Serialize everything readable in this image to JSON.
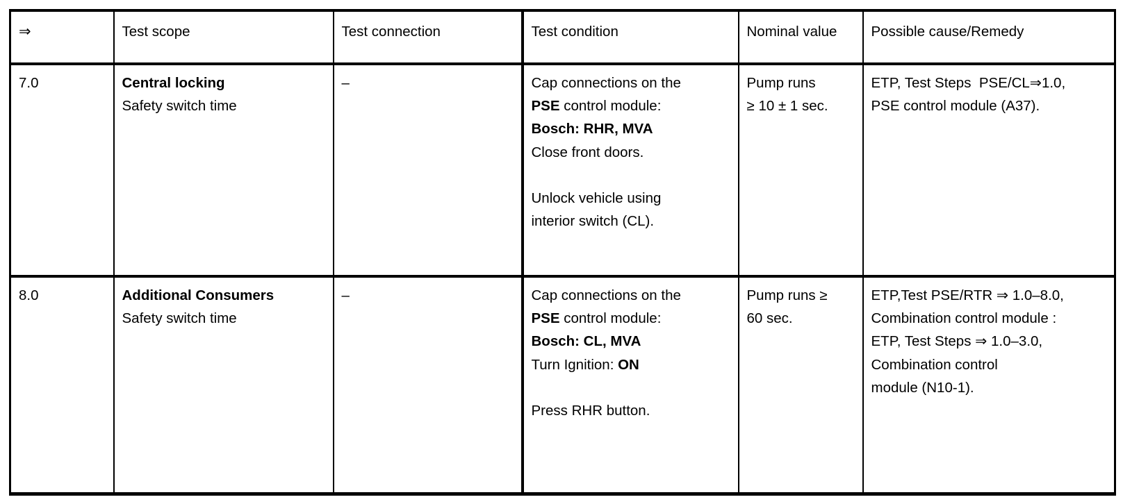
{
  "document": {
    "type": "service-manual-test-table",
    "background_color": "#ffffff",
    "text_color": "#000000",
    "rule_color": "#000000"
  },
  "table": {
    "columns": [
      {
        "key": "step",
        "header": "⇒",
        "header_is_icon": true
      },
      {
        "key": "scope",
        "header": "Test scope"
      },
      {
        "key": "conn",
        "header": "Test connection"
      },
      {
        "key": "cond",
        "header": "Test condition"
      },
      {
        "key": "nom",
        "header": "Nominal value"
      },
      {
        "key": "rem",
        "header": "Possible cause/Remedy"
      }
    ],
    "rows": [
      {
        "step": "7.0",
        "scope_title": "Central locking",
        "scope_sub": "Safety switch time",
        "connection": "–",
        "condition_lines": [
          {
            "text": "Cap connections on the",
            "bold": false
          },
          {
            "segments": [
              {
                "t": "PSE",
                "b": true
              },
              {
                "t": " control module:",
                "b": false
              }
            ]
          },
          {
            "text": "Bosch: RHR, MVA",
            "bold": true
          },
          {
            "text": "Close front doors.",
            "bold": false
          },
          {
            "text": "",
            "bold": false
          },
          {
            "text": "Unlock vehicle using",
            "bold": false
          },
          {
            "text": "interior switch (CL).",
            "bold": false
          }
        ],
        "nominal_lines": [
          "Pump runs",
          "≥ 10 ± 1 sec."
        ],
        "remedy_lines": [
          "ETP, Test Steps  PSE/CL⇒1.0,",
          "PSE control module (A37)."
        ]
      },
      {
        "step": "8.0",
        "scope_title": "Additional Consumers",
        "scope_sub": "Safety switch time",
        "connection": "–",
        "condition_lines": [
          {
            "text": "Cap connections on the",
            "bold": false
          },
          {
            "segments": [
              {
                "t": "PSE",
                "b": true
              },
              {
                "t": " control module:",
                "b": false
              }
            ]
          },
          {
            "text": "Bosch: CL, MVA",
            "bold": true
          },
          {
            "segments": [
              {
                "t": "Turn Ignition: ",
                "b": false
              },
              {
                "t": "ON",
                "b": true
              }
            ]
          },
          {
            "text": "",
            "bold": false
          },
          {
            "text": "Press RHR button.",
            "bold": false
          }
        ],
        "nominal_lines": [
          "Pump runs ≥",
          "60 sec."
        ],
        "remedy_lines": [
          "ETP,Test PSE/RTR ⇒ 1.0–8.0,",
          "Combination control module :",
          "ETP, Test Steps ⇒ 1.0–3.0,",
          "Combination control",
          "module (N10-1)."
        ]
      }
    ]
  }
}
